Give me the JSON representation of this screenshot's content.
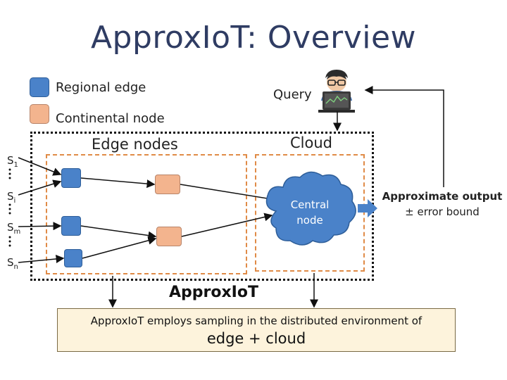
{
  "title": "ApproxIoT: Overview",
  "legend": {
    "regional_edge": "Regional edge",
    "continental_node": "Continental node"
  },
  "query_label": "Query",
  "edge_nodes_label": "Edge nodes",
  "cloud_label": "Cloud",
  "central_node": {
    "line1": "Central",
    "line2": "node"
  },
  "streams": {
    "s1": "S",
    "s1_sub": "1",
    "si": "S",
    "si_sub": "i",
    "sm": "S",
    "sm_sub": "m",
    "sn": "S",
    "sn_sub": "n"
  },
  "approx_output": {
    "line1": "Approximate output",
    "line2": "± error bound"
  },
  "system_name": "ApproxIoT",
  "description": {
    "line1": "ApproxIoT employs sampling in the distributed environment of",
    "line2": "edge + cloud"
  },
  "colors": {
    "blue_node": "#4a82c9",
    "orange_node": "#f3b48e",
    "cloud_fill": "#4a82c9",
    "title": "#2f3c63"
  }
}
